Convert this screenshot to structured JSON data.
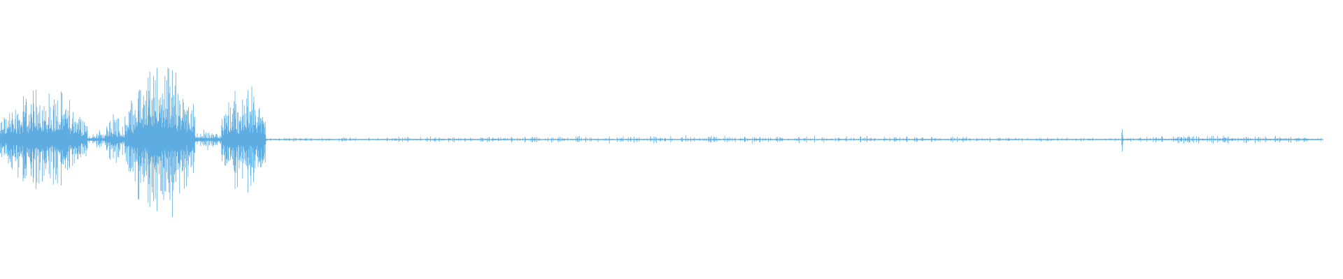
{
  "waveform": {
    "color": "#5dade2",
    "background": "#ffffff",
    "centerline_amplitude": 0.015,
    "note": "",
    "segments": [
      {
        "start": 0.0,
        "end": 0.065,
        "amplitude": 0.52,
        "density": 1.0
      },
      {
        "start": 0.065,
        "end": 0.078,
        "amplitude": 0.1,
        "density": 0.6
      },
      {
        "start": 0.078,
        "end": 0.093,
        "amplitude": 0.28,
        "density": 0.7
      },
      {
        "start": 0.093,
        "end": 0.145,
        "amplitude": 0.82,
        "density": 1.0
      },
      {
        "start": 0.145,
        "end": 0.165,
        "amplitude": 0.12,
        "density": 0.6
      },
      {
        "start": 0.165,
        "end": 0.198,
        "amplitude": 0.55,
        "density": 0.9
      },
      {
        "start": 0.198,
        "end": 0.835,
        "amplitude": 0.04,
        "density": 0.25
      },
      {
        "start": 0.835,
        "end": 0.836,
        "amplitude": 0.17,
        "density": 1.0
      },
      {
        "start": 0.836,
        "end": 0.985,
        "amplitude": 0.045,
        "density": 0.3
      }
    ]
  }
}
